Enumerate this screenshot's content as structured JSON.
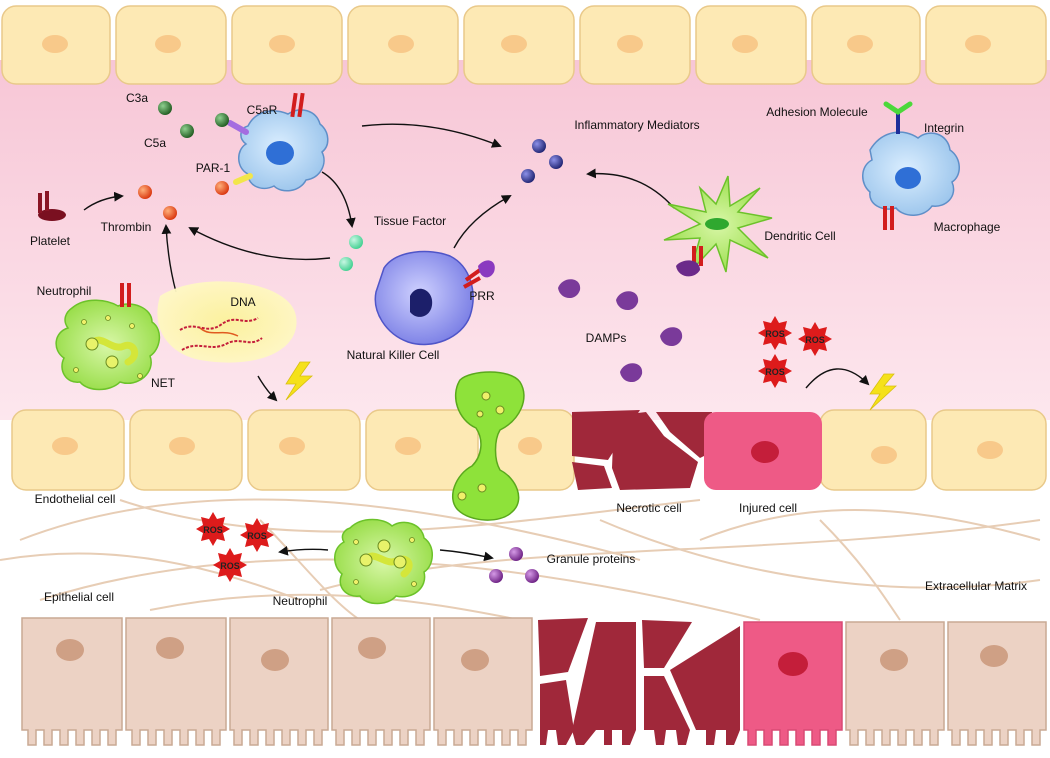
{
  "labels": {
    "c3a": "C3a",
    "c5a": "C5a",
    "c5ar": "C5aR",
    "par1": "PAR-1",
    "platelet": "Platelet",
    "thrombin": "Thrombin",
    "tissue_factor": "Tissue Factor",
    "inflammatory_mediators": "Inflammatory Mediators",
    "adhesion_molecule": "Adhesion Molecule",
    "integrin": "Integrin",
    "macrophage": "Macrophage",
    "dendritic_cell": "Dendritic Cell",
    "neutrophil_top": "Neutrophil",
    "dna": "DNA",
    "net": "NET",
    "prr": "PRR",
    "natural_killer_cell": "Natural Killer Cell",
    "damps": "DAMPs",
    "endothelial_cell": "Endothelial cell",
    "necrotic_cell": "Necrotic cell",
    "injured_cell": "Injured cell",
    "granule_proteins": "Granule proteins",
    "epithelial_cell": "Epithelial cell",
    "neutrophil_bottom": "Neutrophil",
    "extracellular_matrix": "Extracellular Matrix",
    "ros": "ROS"
  },
  "colors": {
    "endothelial_fill": "#fde9b4",
    "endothelial_nucleus": "#f8c98a",
    "vessel_lumen": "#f9d3df",
    "epithelial_fill": "#ecd2c4",
    "epithelial_nucleus": "#cfa085",
    "necrotic": "#a0283a",
    "injured": "#ee5a86",
    "neutrophil": "#97dd3c",
    "macrophage": "#a8d3f0",
    "nk_cell": "#6f75e6",
    "dendritic": "#8fe33c",
    "ros": "#dd1b1b",
    "thrombin": "#e8481e",
    "complement": "#2d6a2d",
    "mediator": "#2a2f8f",
    "damp": "#7a3a9a",
    "granule": "#8a3a9e",
    "tissue_factor": "#5fe0a8"
  }
}
